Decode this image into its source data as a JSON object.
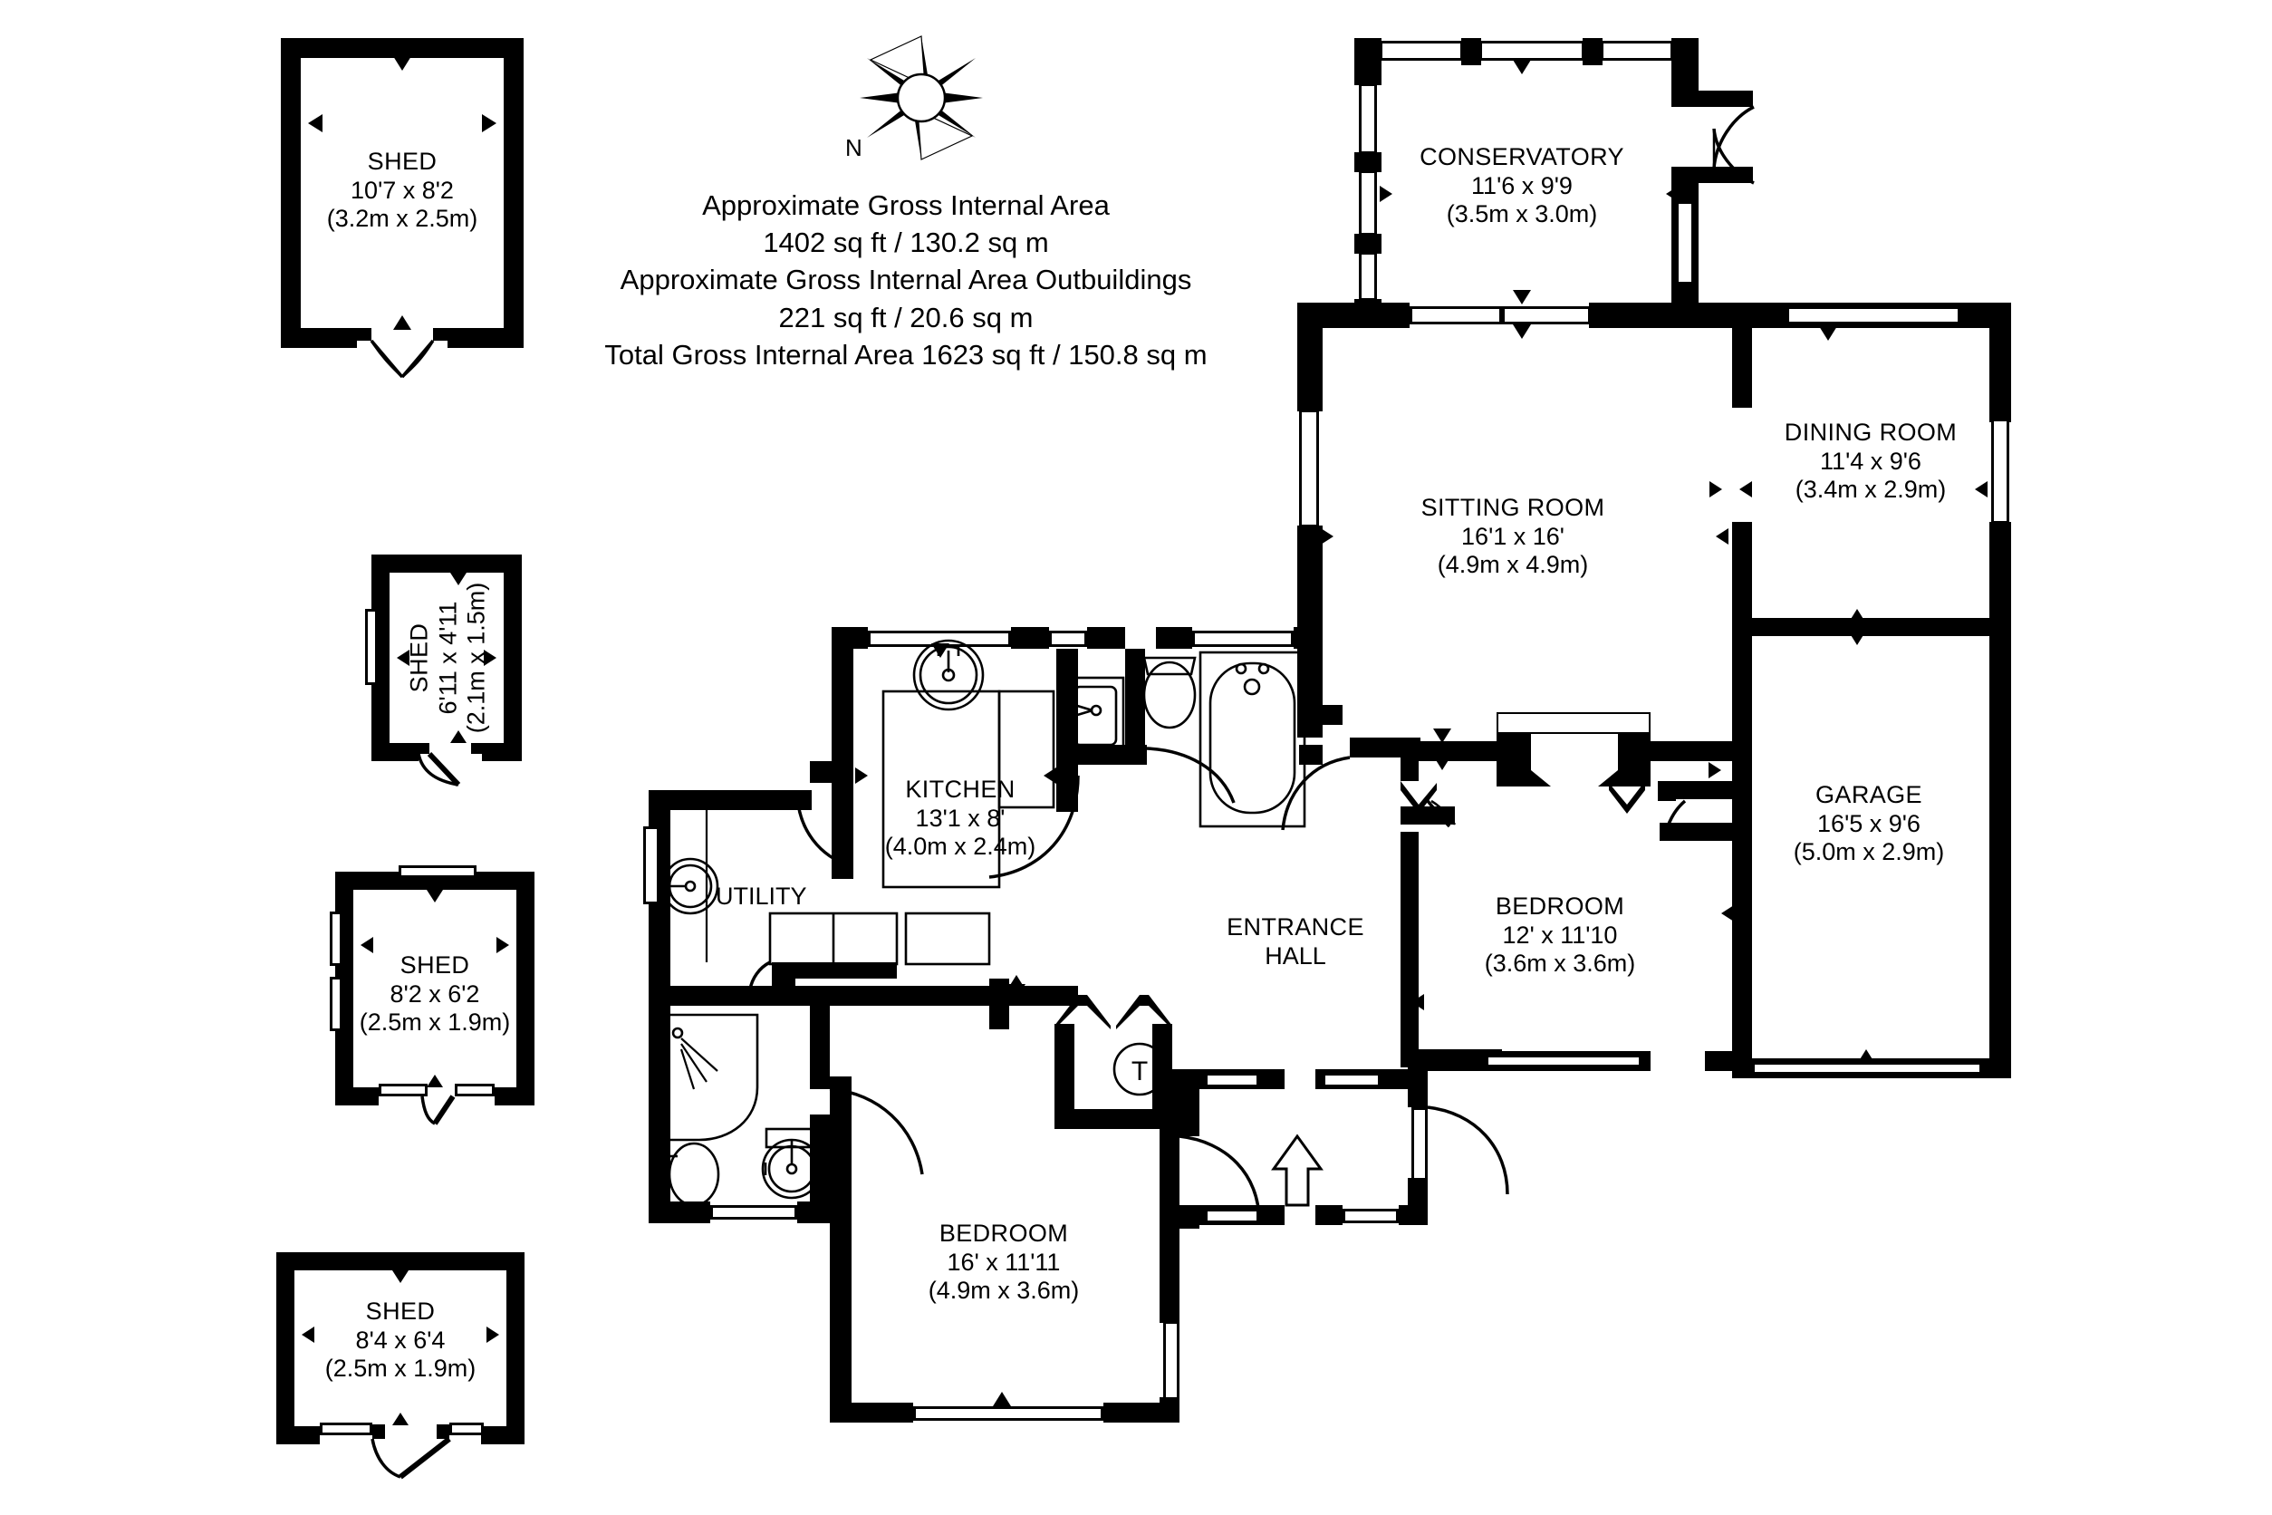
{
  "document": {
    "type": "floor-plan",
    "compass": {
      "label": "N",
      "icon": "compass-rose-icon"
    },
    "area_summary": [
      "Approximate Gross Internal Area",
      "1402 sq ft / 130.2 sq m",
      "Approximate Gross Internal Area Outbuildings",
      "221 sq ft / 20.6 sq m",
      "Total Gross Internal Area 1623 sq ft / 150.8 sq m"
    ],
    "colors": {
      "wall": "#000000",
      "background": "#ffffff",
      "text": "#000000"
    }
  },
  "outbuildings": [
    {
      "name": "SHED",
      "imperial": "10'7 x 8'2",
      "metric": "(3.2m x 2.5m)",
      "orientation": "horizontal"
    },
    {
      "name": "SHED",
      "imperial": "6'11 x 4'11",
      "metric": "(2.1m x 1.5m)",
      "orientation": "vertical"
    },
    {
      "name": "SHED",
      "imperial": "8'2 x 6'2",
      "metric": "(2.5m x 1.9m)",
      "orientation": "horizontal"
    },
    {
      "name": "SHED",
      "imperial": "8'4 x 6'4",
      "metric": "(2.5m x 1.9m)",
      "orientation": "horizontal"
    }
  ],
  "rooms": [
    {
      "name": "CONSERVATORY",
      "imperial": "11'6 x 9'9",
      "metric": "(3.5m x 3.0m)"
    },
    {
      "name": "DINING ROOM",
      "imperial": "11'4 x 9'6",
      "metric": "(3.4m x 2.9m)"
    },
    {
      "name": "SITTING ROOM",
      "imperial": "16'1 x 16'",
      "metric": "(4.9m x 4.9m)"
    },
    {
      "name": "GARAGE",
      "imperial": "16'5 x 9'6",
      "metric": "(5.0m x 2.9m)"
    },
    {
      "name": "KITCHEN",
      "imperial": "13'1 x 8'",
      "metric": "(4.0m x 2.4m)"
    },
    {
      "name": "BEDROOM",
      "imperial": "12' x 11'10",
      "metric": "(3.6m x 3.6m)"
    },
    {
      "name": "BEDROOM",
      "imperial": "16' x 11'11",
      "metric": "(4.9m x 3.6m)"
    },
    {
      "name": "UTILITY",
      "imperial": "",
      "metric": ""
    },
    {
      "name": "ENTRANCE",
      "imperial": "HALL",
      "metric": ""
    }
  ],
  "markers": {
    "tank_label": "T",
    "entrance_arrow": "entrance-arrow-icon"
  }
}
